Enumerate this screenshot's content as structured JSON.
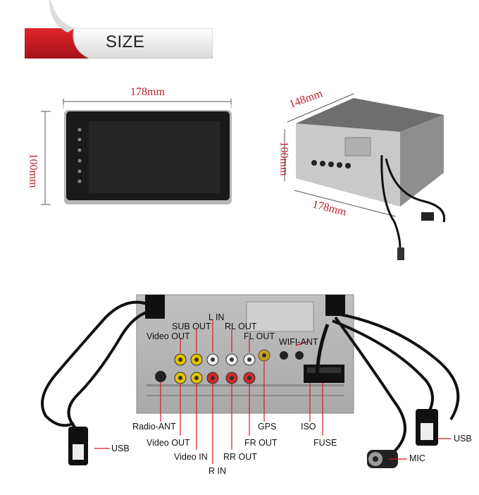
{
  "banner": {
    "title": "SIZE"
  },
  "front_view": {
    "width": "178mm",
    "height": "100mm"
  },
  "side_view": {
    "depth": "148mm",
    "height": "100mm",
    "width": "178mm"
  },
  "connectors": {
    "sub_out": "SUB OUT",
    "l_in": "L IN",
    "rl_out": "RL OUT",
    "video_out_top": "Video OUT",
    "fl_out": "FL OUT",
    "wifi_ant": "WIFI-ANT",
    "usb_left": "USB",
    "usb_right": "USB",
    "radio_ant": "Radio-ANT",
    "video_out_bottom": "Video OUT",
    "video_in": "Video IN",
    "r_in": "R IN",
    "rr_out": "RR OUT",
    "fr_out": "FR OUT",
    "gps": "GPS",
    "iso": "ISO",
    "fuse": "FUSE",
    "mic": "MIC"
  },
  "colors": {
    "banner_red": "#c8181f",
    "dimension_red": "#b8202a",
    "pointer_red": "#d41b22"
  }
}
